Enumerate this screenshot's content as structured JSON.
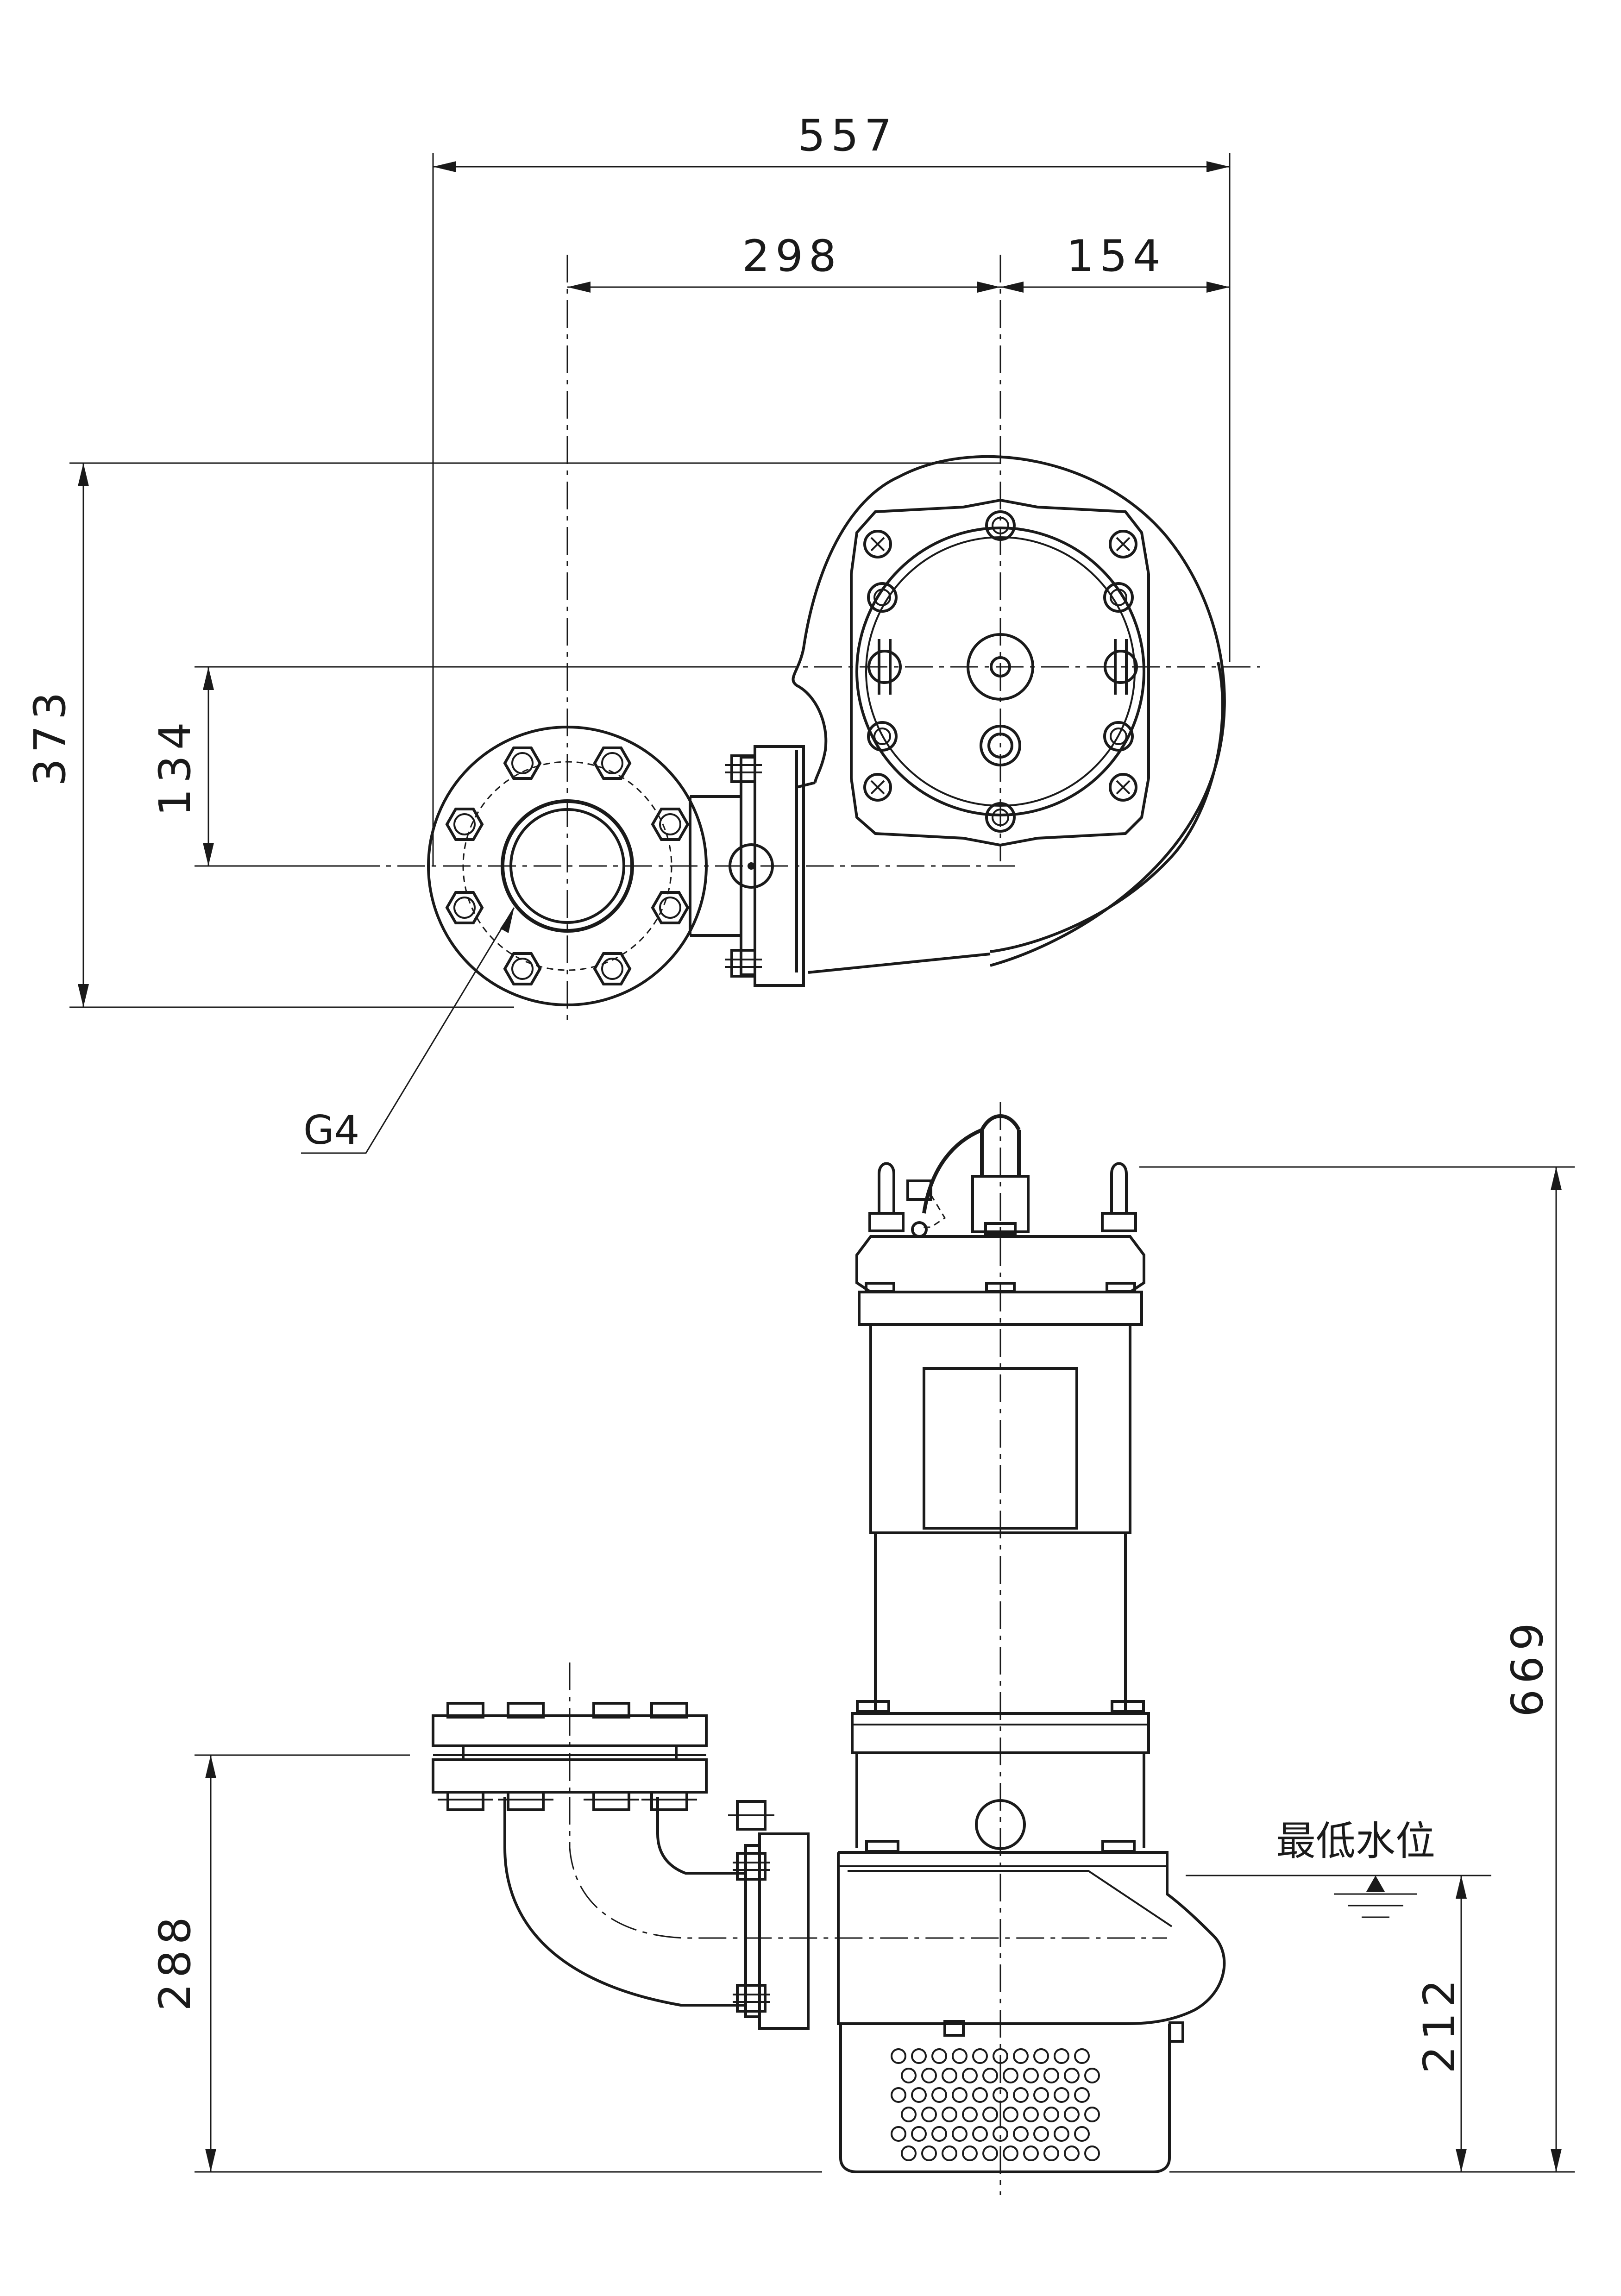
{
  "dimensions": {
    "overall_width": "557",
    "center_to_center": "298",
    "center_to_casing": "154",
    "plan_depth": "373",
    "outlet_offset": "134",
    "overall_height": "669",
    "outlet_height": "288",
    "min_level_height": "212"
  },
  "labels": {
    "outlet_thread": "G4",
    "min_water_level": "最低水位"
  },
  "colors": {
    "line": "#1a1a1a",
    "background": "#ffffff"
  }
}
